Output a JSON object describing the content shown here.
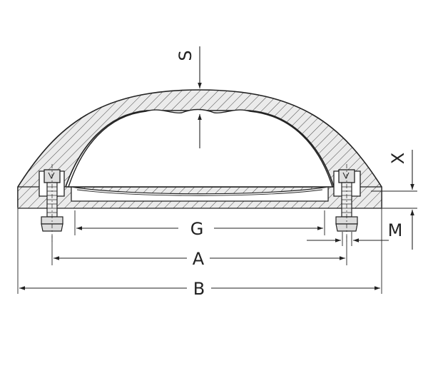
{
  "labels": {
    "s": "S",
    "x": "X",
    "g": "G",
    "m": "M",
    "a": "A",
    "b": "B"
  },
  "colors": {
    "body_fill": "#e3e3e3",
    "line": "#222222",
    "hatch": "#444444",
    "background": "#ffffff"
  }
}
